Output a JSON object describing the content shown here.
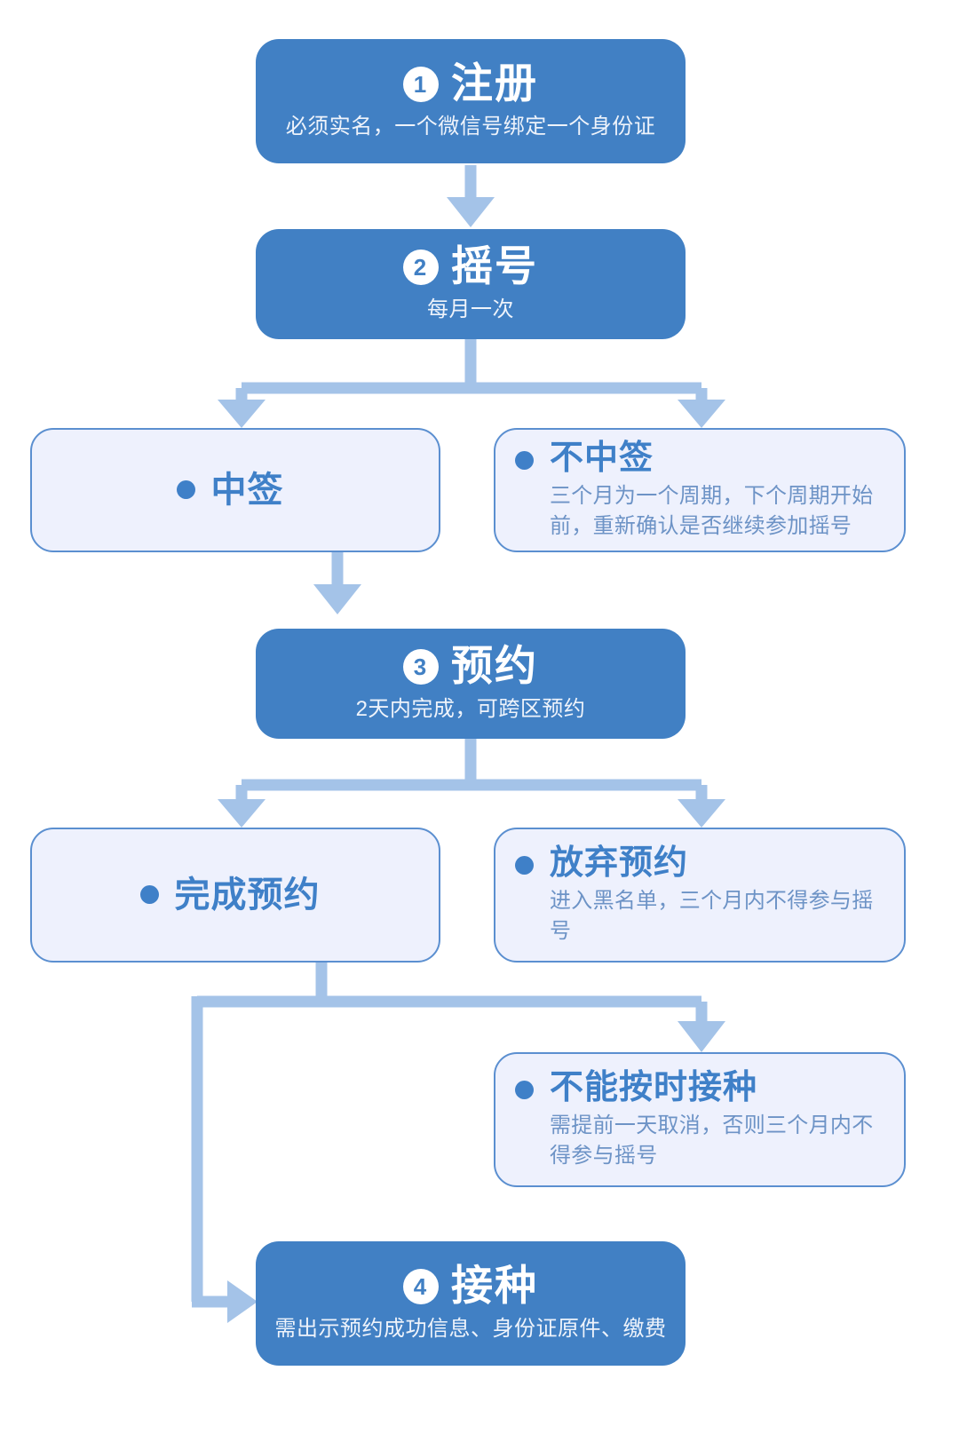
{
  "meta": {
    "title": "疫苗预约接种流程图",
    "language": "zh-CN"
  },
  "colors": {
    "primary_box": "#4180c4",
    "outcome_box_fill": "#eef1fd",
    "outcome_box_border": "#5b8fd0",
    "heading_text": "#3f80c8",
    "body_text": "#6d93c6",
    "connector": "#a4c3e8",
    "page_background": "#ffffff"
  },
  "nodes": {
    "register": {
      "badge": "1",
      "title": "注册",
      "subtitle": "必须实名，一个微信号绑定一个身份证",
      "kind": "step"
    },
    "lottery": {
      "badge": "2",
      "title": "摇号",
      "subtitle": "每月一次",
      "kind": "step"
    },
    "win": {
      "heading": "中签",
      "desc": "",
      "kind": "outcome"
    },
    "nowin": {
      "heading": "不中签",
      "desc": "三个月为一个周期，下个周期开始前，重新确认是否继续参加摇号",
      "kind": "outcome"
    },
    "appoint": {
      "badge": "3",
      "title": "预约",
      "subtitle": "2天内完成，可跨区预约",
      "kind": "step"
    },
    "done": {
      "heading": "完成预约",
      "desc": "",
      "kind": "outcome"
    },
    "giveup": {
      "heading": "放弃预约",
      "desc": "进入黑名单，三个月内不得参与摇号",
      "kind": "outcome"
    },
    "late": {
      "heading": "不能按时接种",
      "desc": "需提前一天取消，否则三个月内不得参与摇号",
      "kind": "outcome"
    },
    "vaccinate": {
      "badge": "4",
      "title": "接种",
      "subtitle": "需出示预约成功信息、身份证原件、缴费",
      "kind": "step"
    }
  },
  "edges": [
    {
      "from": "register",
      "to": "lottery",
      "shape": "straight-down"
    },
    {
      "from": "lottery",
      "to": "win",
      "shape": "split-left"
    },
    {
      "from": "lottery",
      "to": "nowin",
      "shape": "split-right"
    },
    {
      "from": "win",
      "to": "appoint",
      "shape": "straight-down"
    },
    {
      "from": "appoint",
      "to": "done",
      "shape": "split-left"
    },
    {
      "from": "appoint",
      "to": "giveup",
      "shape": "split-right"
    },
    {
      "from": "done",
      "to": "late",
      "shape": "split-right"
    },
    {
      "from": "done",
      "to": "vaccinate",
      "shape": "elbow-left-then-right"
    }
  ]
}
